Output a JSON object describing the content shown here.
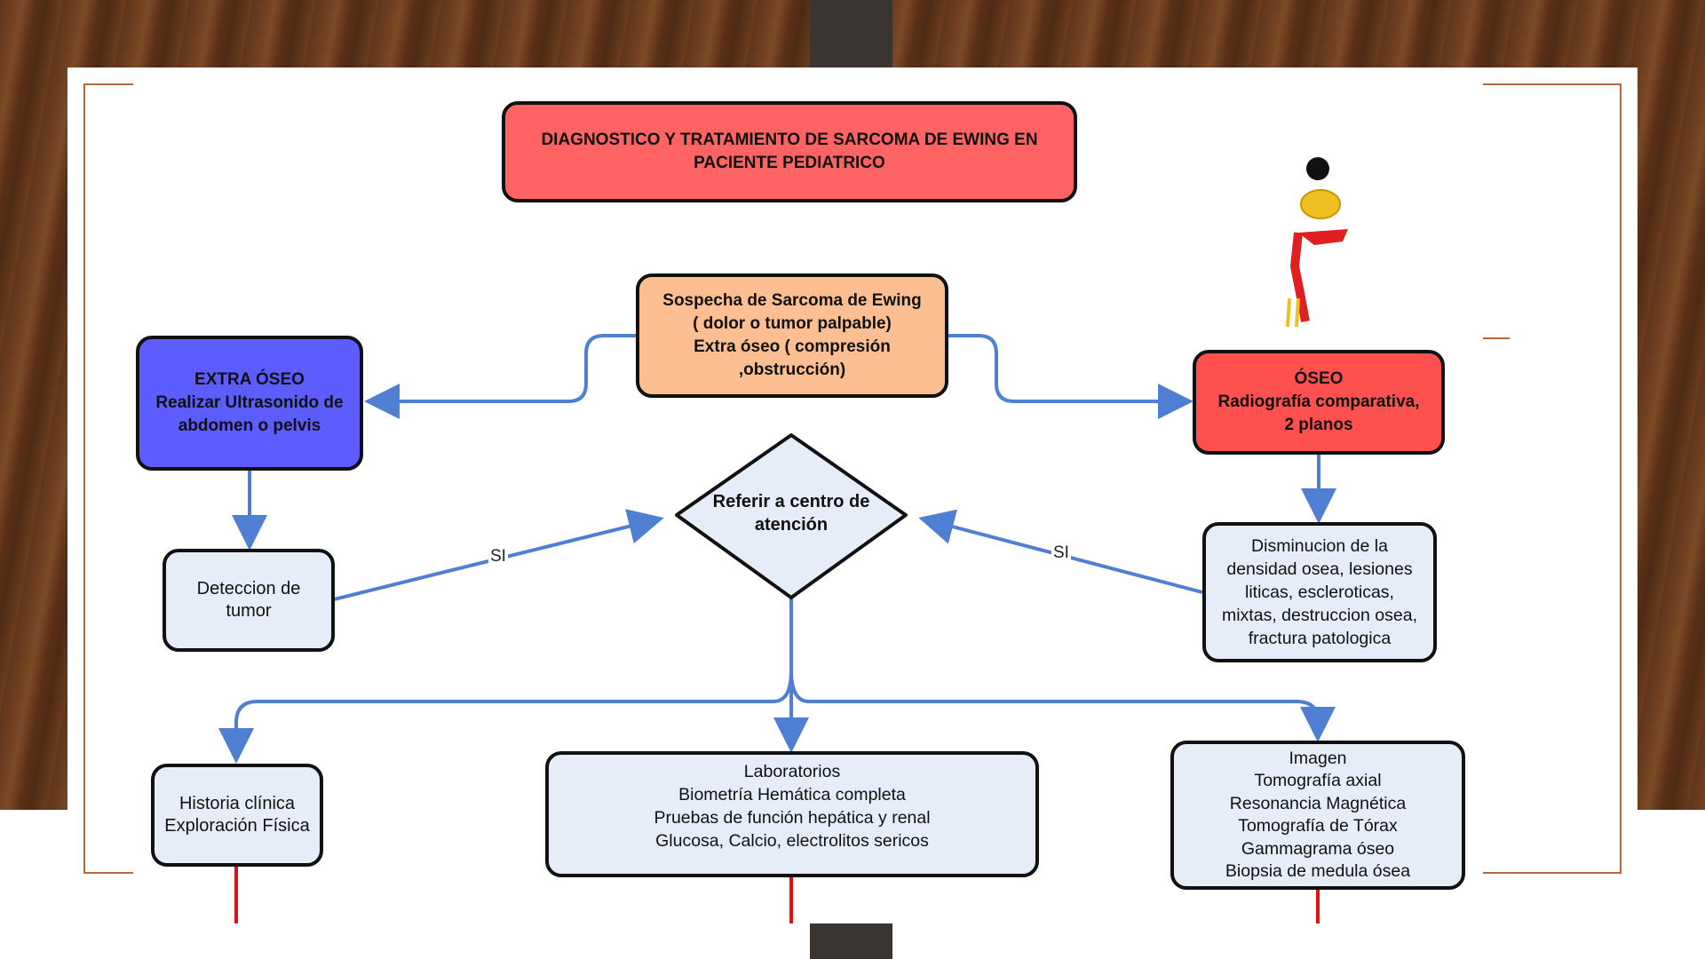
{
  "colors": {
    "title": "#ff6363",
    "suspect": "#fdbf91",
    "extra": "#5c5cff",
    "oseo": "#ff5050",
    "neutral": "#e6ecf8",
    "arrow": "#4f7fd2",
    "red_line": "#e01010"
  },
  "title": "DIAGNOSTICO Y TRATAMIENTO DE SARCOMA DE EWING EN\nPACIENTE PEDIATRICO",
  "suspect": "Sospecha de Sarcoma de Ewing\n( dolor o tumor palpable)\nExtra óseo ( compresión\n,obstrucción)",
  "extra_oseo": "EXTRA ÓSEO\nRealizar Ultrasonido de\nabdomen o pelvis",
  "oseo": "ÓSEO\nRadiografía comparativa,\n2 planos",
  "decision": "Referir a centro de\natención",
  "tumor": "Deteccion de\ntumor",
  "density": "Disminucion de la\ndensidad osea, lesiones\nliticas, escleroticas,\nmixtas, destruccion osea,\nfractura patologica",
  "edge_left": "SI",
  "edge_right": "SI",
  "historia": "Historia clínica\nExploración Física",
  "labs": "Laboratorios\nBiometría Hemática completa\nPruebas de función hepática y renal\nGlucosa, Calcio, electrolitos sericos",
  "imagen": "Imagen\nTomografía axial\nResonancia Magnética\nTomografía de Tórax\nGammagrama óseo\nBiopsia de medula ósea"
}
